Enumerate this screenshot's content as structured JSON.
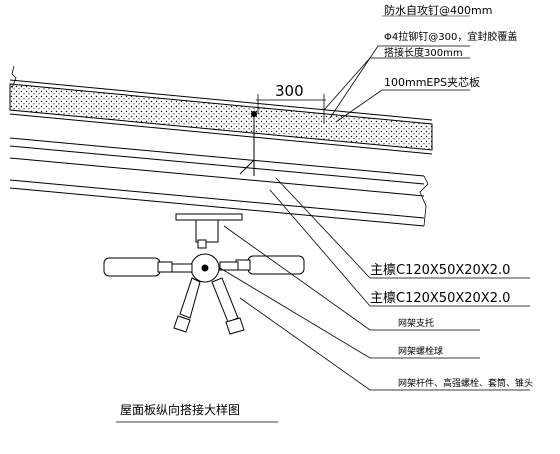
{
  "dimension": "300",
  "labels": {
    "waterproof": "防水自攻钉@400mm",
    "rivet_line1": "Φ4拉铆钉@300，宜封胶覆盖",
    "rivet_line2": "搭接长度300mm",
    "panel": "100mmEPS夹芯板",
    "purlin_main": "主檩C120X50X20X2.0",
    "purlin_secondary": "主檩C120X50X20X2.0",
    "support": "网架支托",
    "ball_joint": "网架螺栓球",
    "members": "网架杆件、高强螺栓、套筒、锥头"
  },
  "title": "屋面板纵向搭接大样图"
}
